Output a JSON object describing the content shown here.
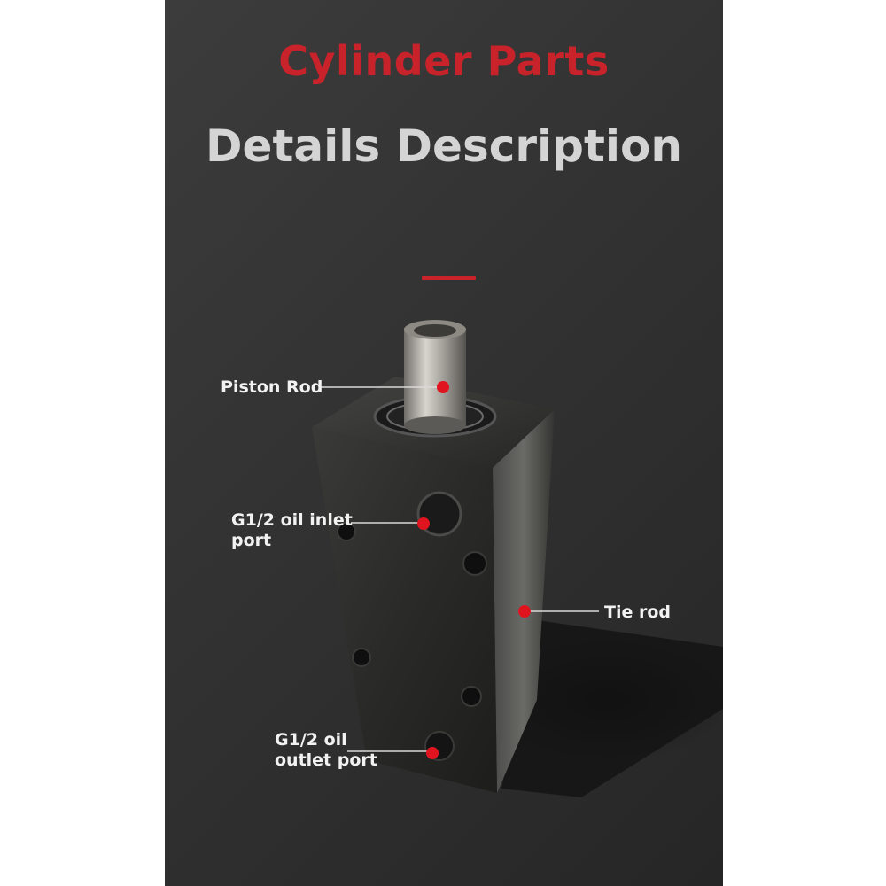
{
  "header": {
    "title": "Cylinder Parts",
    "subtitle": "Details Description"
  },
  "callouts": {
    "piston_rod": "Piston Rod",
    "oil_inlet": "G1/2 oil inlet\nport",
    "tie_rod": "Tie rod",
    "oil_outlet": "G1/2 oil\noutlet port"
  },
  "colors": {
    "accent": "#c8222a",
    "background": "#333333",
    "marker": "#e0141e"
  }
}
